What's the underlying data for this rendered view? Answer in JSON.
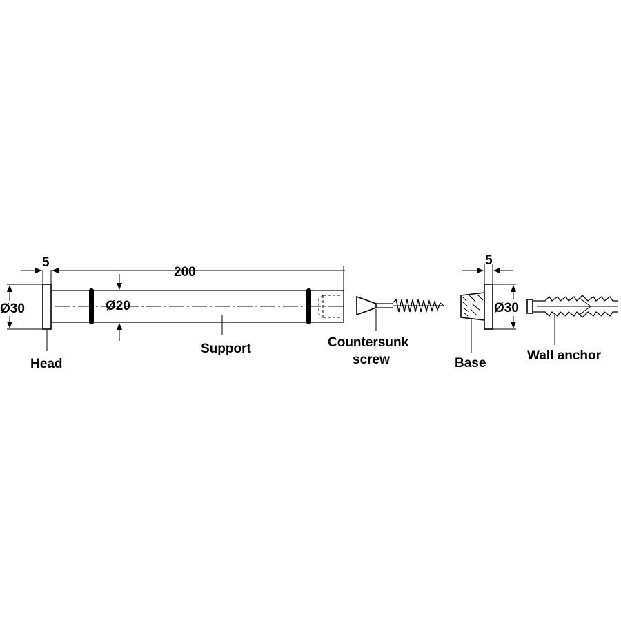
{
  "dimensions": {
    "head_thickness": "5",
    "support_length": "200",
    "head_diameter": "Ø30",
    "support_diameter": "Ø20",
    "base_thickness": "5",
    "base_diameter": "Ø30"
  },
  "labels": {
    "head": "Head",
    "support": "Support",
    "screw_line1": "Countersunk",
    "screw_line2": "screw",
    "base": "Base",
    "wall_anchor": "Wall anchor"
  }
}
